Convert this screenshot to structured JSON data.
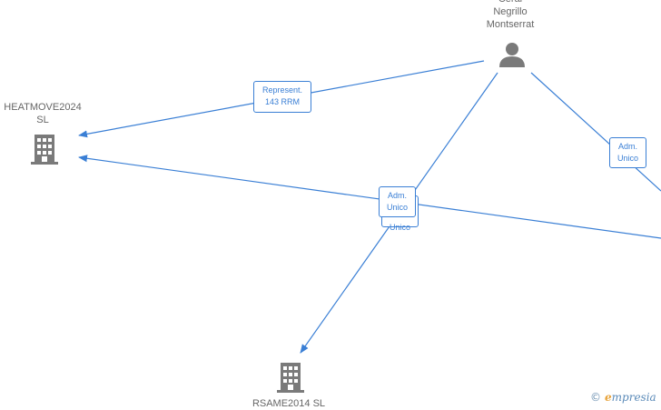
{
  "nodes": {
    "person": {
      "label": "Ceral\nNegrillo\nMontserrat",
      "kind": "person"
    },
    "heatmove": {
      "label": "HEATMOVE2024\nSL",
      "kind": "company"
    },
    "rsame": {
      "label": "RSAME2014  SL",
      "kind": "company"
    }
  },
  "edges": [
    {
      "id": "e1",
      "label": "Represent.\n143 RRM"
    },
    {
      "id": "e2",
      "label": "Adm.\nUnico"
    },
    {
      "id": "e3",
      "label": "Adm.\nUnico"
    },
    {
      "id": "e4",
      "label": "Adm.\nUnico"
    }
  ],
  "colors": {
    "edge": "#3a7fd5",
    "icon": "#7a7a7a",
    "label": "#666666"
  },
  "watermark": {
    "copyright": "©",
    "brand": "mpresia",
    "brand_initial": "e"
  }
}
